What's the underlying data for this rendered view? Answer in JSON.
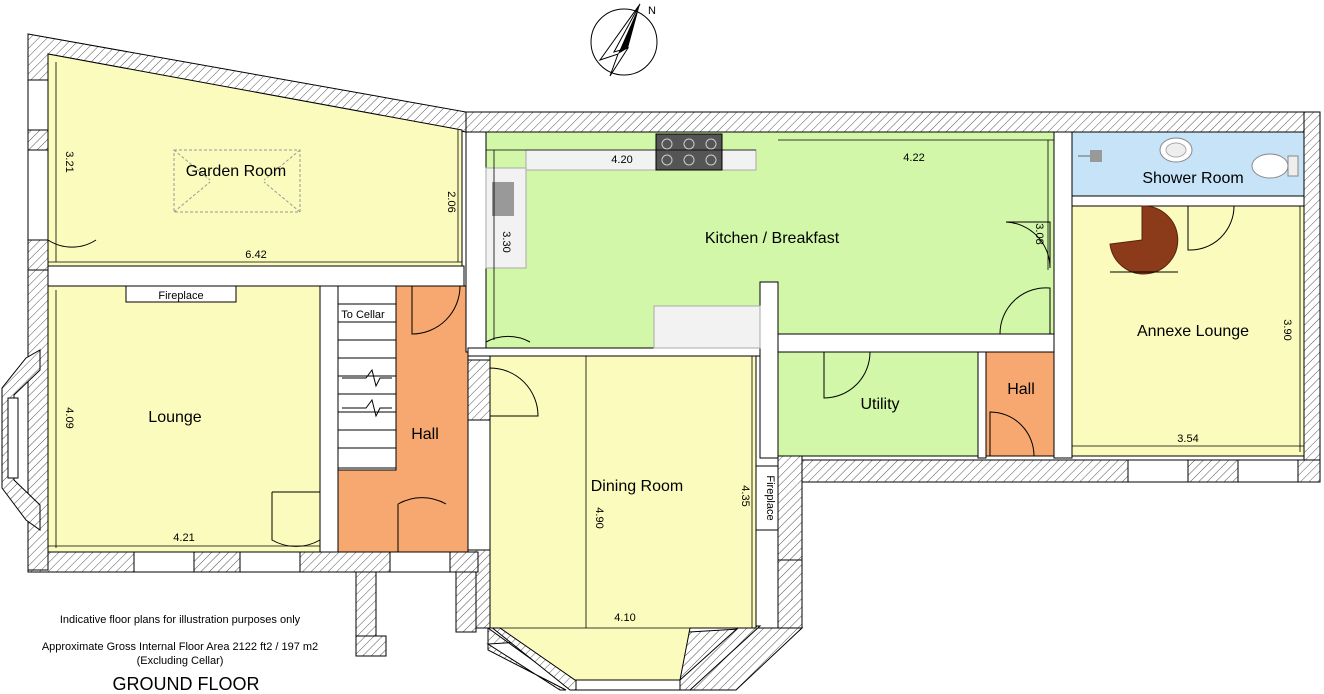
{
  "colors": {
    "yellow_room": "#fbfbbd",
    "green_room": "#d2f7a8",
    "blue_room": "#c7e3f8",
    "orange_hall": "#f6a870",
    "stair_brown": "#8b3a1a",
    "wall_stroke": "#000000"
  },
  "rooms": {
    "garden_room": "Garden Room",
    "kitchen": "Kitchen / Breakfast",
    "shower_room": "Shower Room",
    "lounge": "Lounge",
    "hall_main": "Hall",
    "dining_room": "Dining Room",
    "utility": "Utility",
    "hall_annexe": "Hall",
    "annexe_lounge": "Annexe Lounge"
  },
  "labels": {
    "fireplace_lounge": "Fireplace",
    "to_cellar": "To Cellar",
    "fireplace_dining": "Fireplace"
  },
  "dimensions": {
    "garden_height": "3.21",
    "garden_right_height": "2.06",
    "garden_width": "6.42",
    "kitchen_left_width": "4.20",
    "kitchen_right_width": "4.22",
    "kitchen_left_height": "3.30",
    "kitchen_right_height": "3.08",
    "lounge_height": "4.09",
    "lounge_width": "4.21",
    "dining_height": "4.90",
    "dining_right_height": "4.35",
    "dining_width": "4.10",
    "annexe_height": "3.90",
    "annexe_width": "3.54"
  },
  "notes": {
    "disclaimer": "Indicative floor plans for illustration purposes only",
    "area": "Approximate Gross Internal Floor Area 2122 ft2 / 197 m2",
    "excluding": "(Excluding Cellar)",
    "floor_name": "GROUND FLOOR"
  },
  "compass": {
    "icon": "north-arrow-icon",
    "letter": "N"
  }
}
